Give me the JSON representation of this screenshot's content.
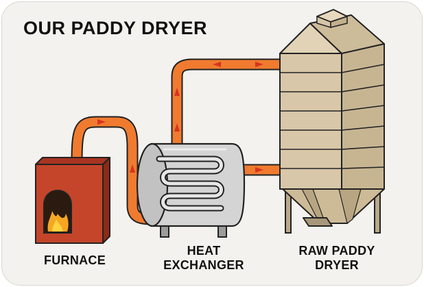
{
  "title": "OUR PADDY DRYER",
  "components": {
    "furnace": {
      "label": "FURNACE"
    },
    "heat_exchanger": {
      "label_line1": "HEAT",
      "label_line2": "EXCHANGER"
    },
    "dryer": {
      "label_line1": "RAW PADDY",
      "label_line2": "DRYER"
    }
  },
  "colors": {
    "background": "#f4f2ef",
    "pipe": "#f07b2f",
    "pipe_outline": "#222222",
    "furnace": "#c4452a",
    "heat_exchanger": "#c9c9c9",
    "silo": "#d8c7a8",
    "arrow": "#d8341e",
    "flame": "#f5a623"
  },
  "icons": [
    "fire-icon",
    "flow-arrow-icon"
  ]
}
